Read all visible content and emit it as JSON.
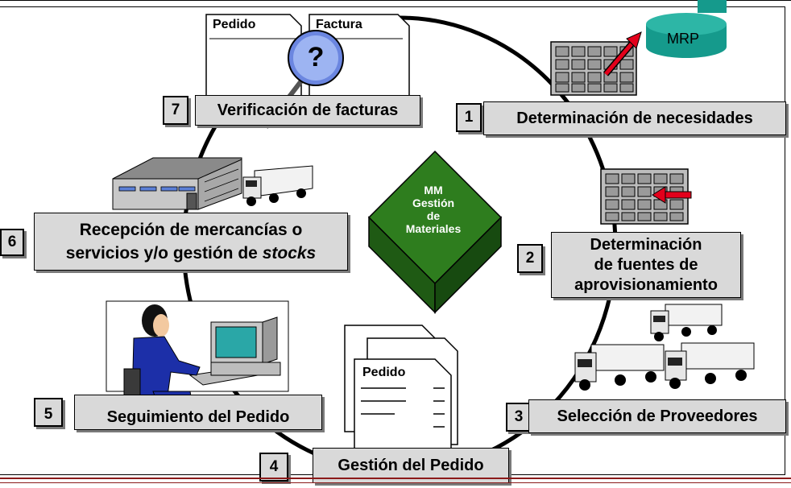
{
  "center": {
    "line1": "MM",
    "line2": "Gestión",
    "line3": "de",
    "line4": "Materiales"
  },
  "steps": [
    {
      "number": "1",
      "label": "Determinación de necesidades"
    },
    {
      "number": "2",
      "label_line1": "Determinación",
      "label_line2": "de fuentes de",
      "label_line3": "aprovisionamiento"
    },
    {
      "number": "3",
      "label": "Selección de Proveedores"
    },
    {
      "number": "4",
      "label": "Gestión del Pedido"
    },
    {
      "number": "5",
      "label": "Seguimiento del Pedido"
    },
    {
      "number": "6",
      "label_line1": "Recepción de mercancías o",
      "label_line2": "servicios y/o gestión de ",
      "label_line2_italic": "stocks"
    },
    {
      "number": "7",
      "label": "Verificación de facturas"
    }
  ],
  "documents": {
    "order": "Pedido",
    "invoice": "Factura",
    "question": "?",
    "order_doc": "Pedido"
  },
  "mrp": "MRP",
  "colors": {
    "diamond_front": "#2e7d1e",
    "diamond_side": "#1f5a14",
    "label_bg": "#d9d9d9",
    "accent_red": "#e3001b",
    "mrp_teal": "#159a8c",
    "person_blue": "#1c2fa8"
  }
}
